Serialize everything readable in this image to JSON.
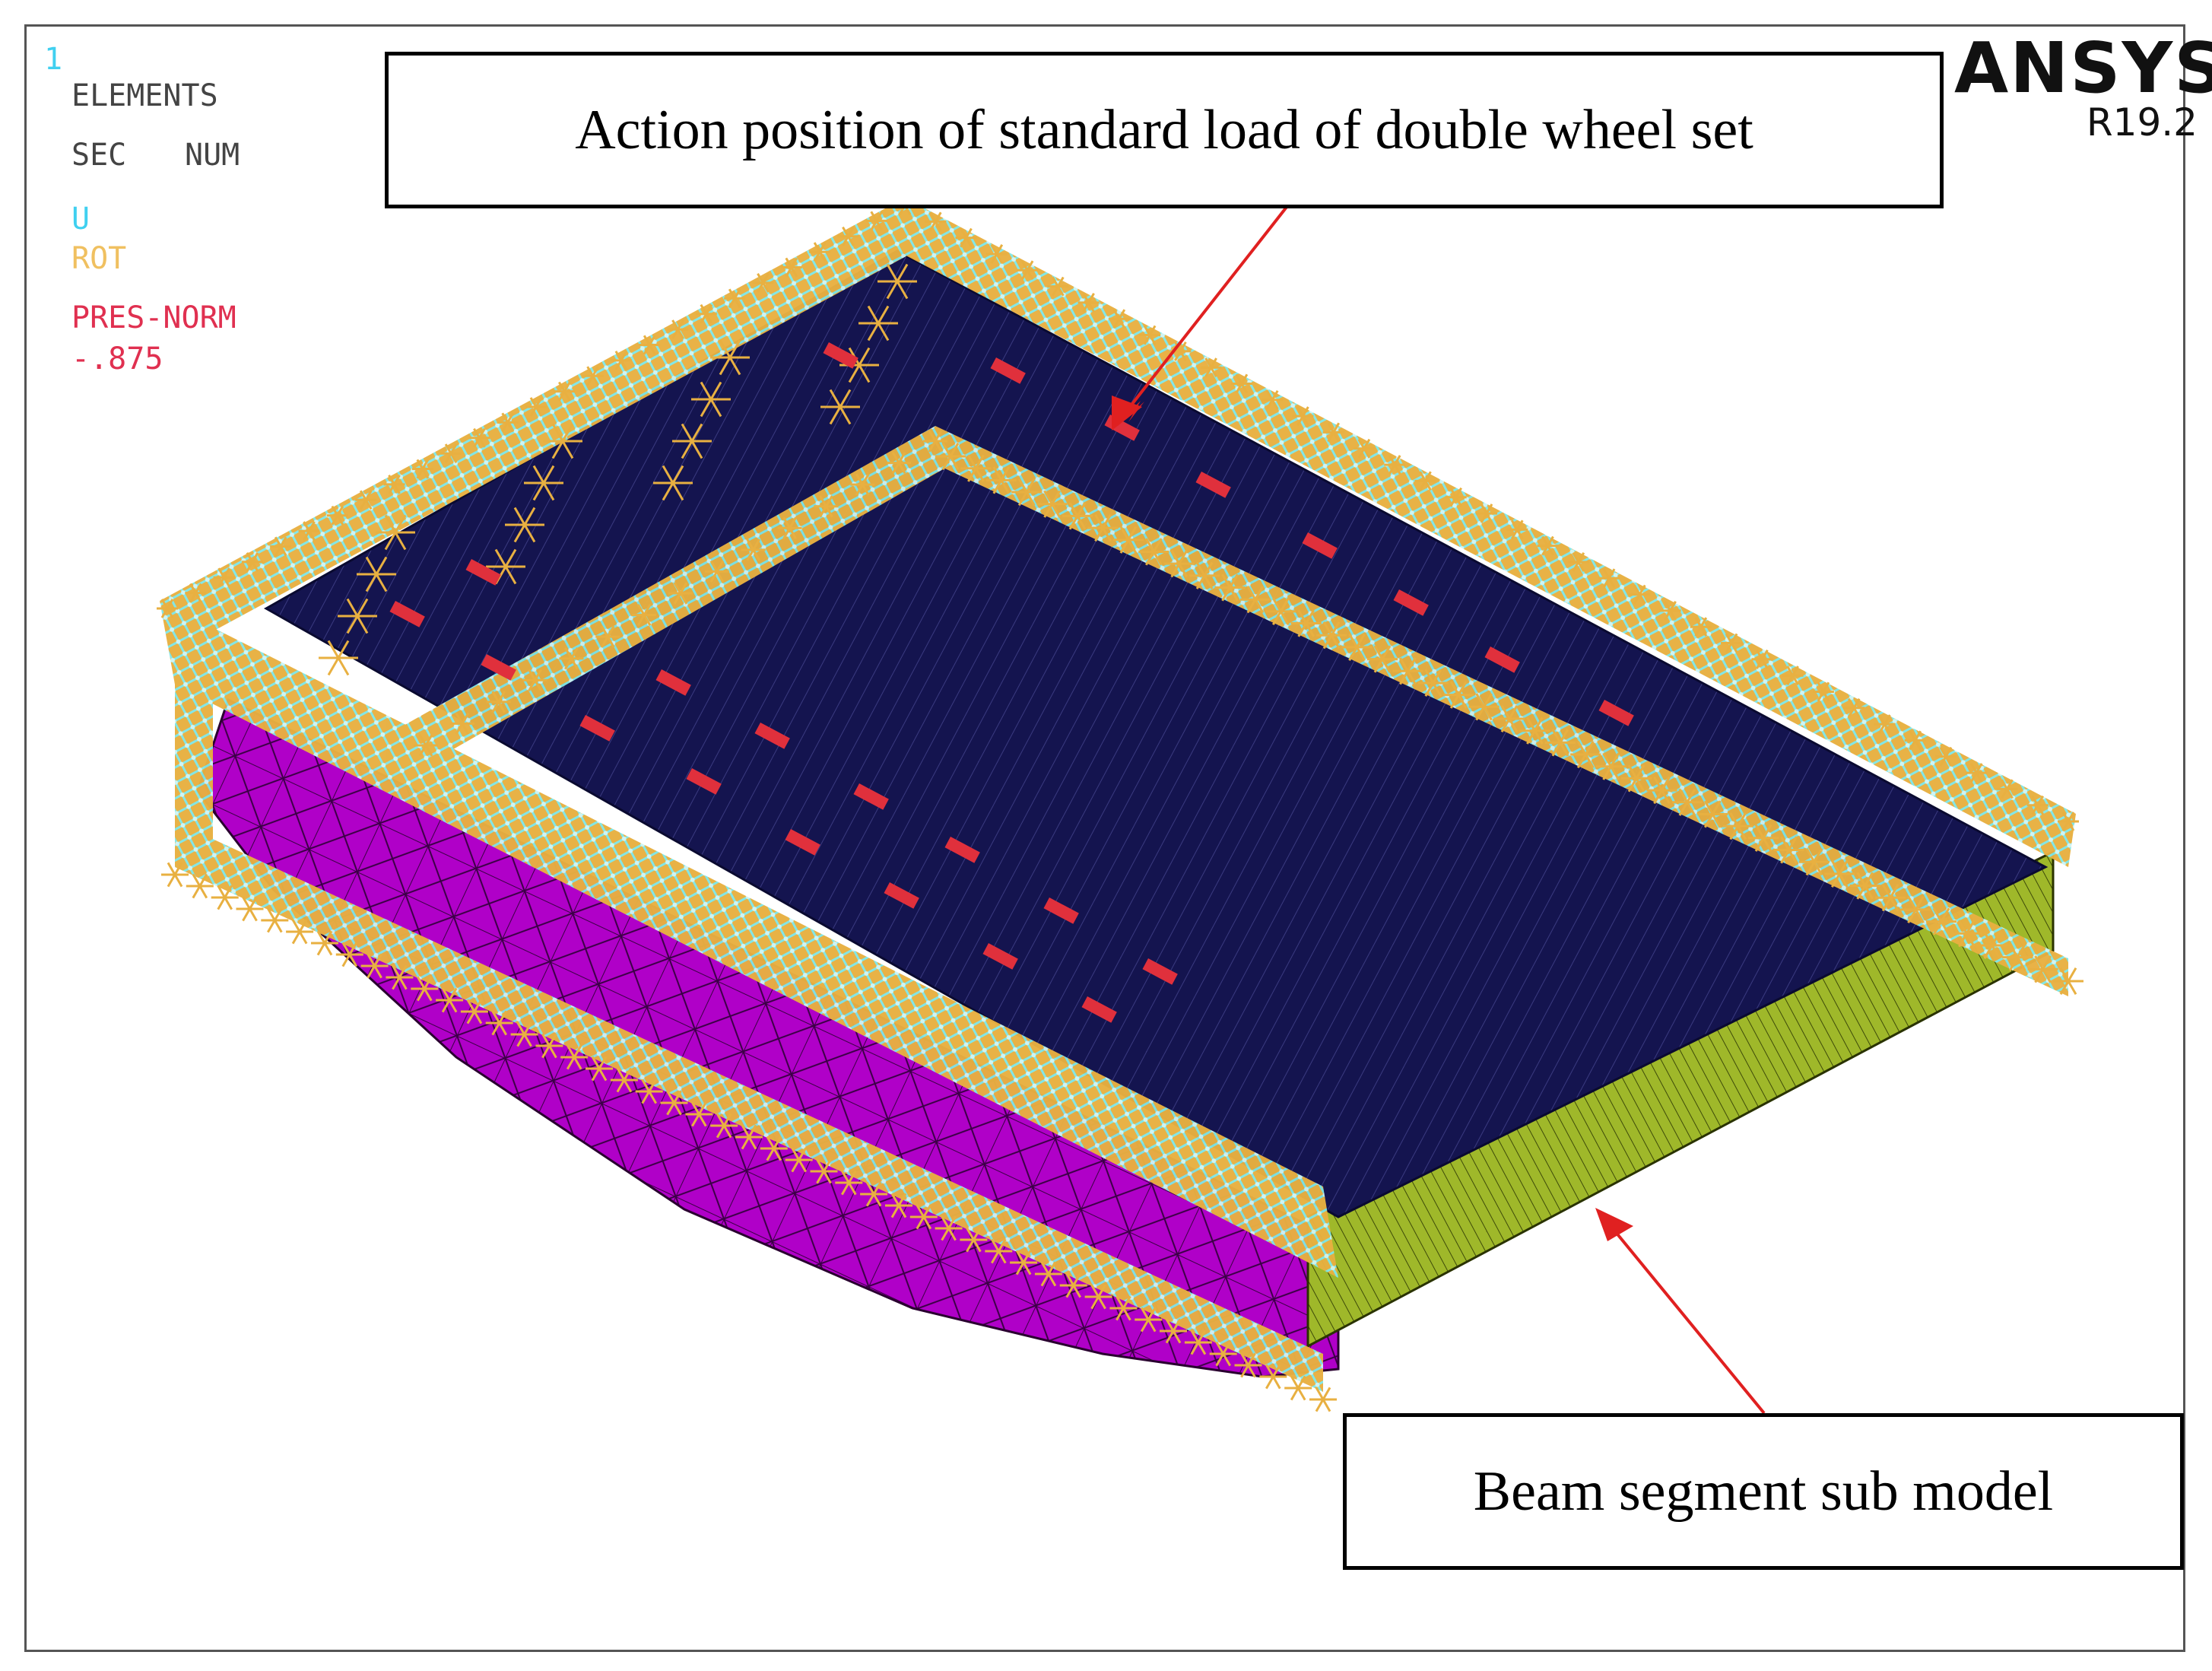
{
  "window_number": "1",
  "legend": {
    "line1": "ELEMENTS",
    "sec": "SEC",
    "num": "NUM",
    "u": "U",
    "rot": "ROT",
    "pres_norm": "PRES-NORM",
    "pres_value": "-.875"
  },
  "brand": {
    "name": "ANSYS",
    "version": "R19.2"
  },
  "callouts": {
    "top": "Action position of standard load of double wheel set",
    "bottom": "Beam segment sub model"
  },
  "icons": {
    "constraint_symbols": "constraint-star-icon",
    "load_markers": "pressure-load-marker-icon"
  },
  "colors": {
    "deck": "#14144f",
    "web": "#b000c8",
    "segment": "#9fb82a",
    "constraint": "#e8b041",
    "displacement": "#7fe6e6",
    "load": "#e0303c",
    "arrow": "#e02020",
    "legend_u": "#40d0f0",
    "legend_rot": "#f0c060",
    "legend_pres": "#e03050",
    "legend_text": "#444444"
  }
}
